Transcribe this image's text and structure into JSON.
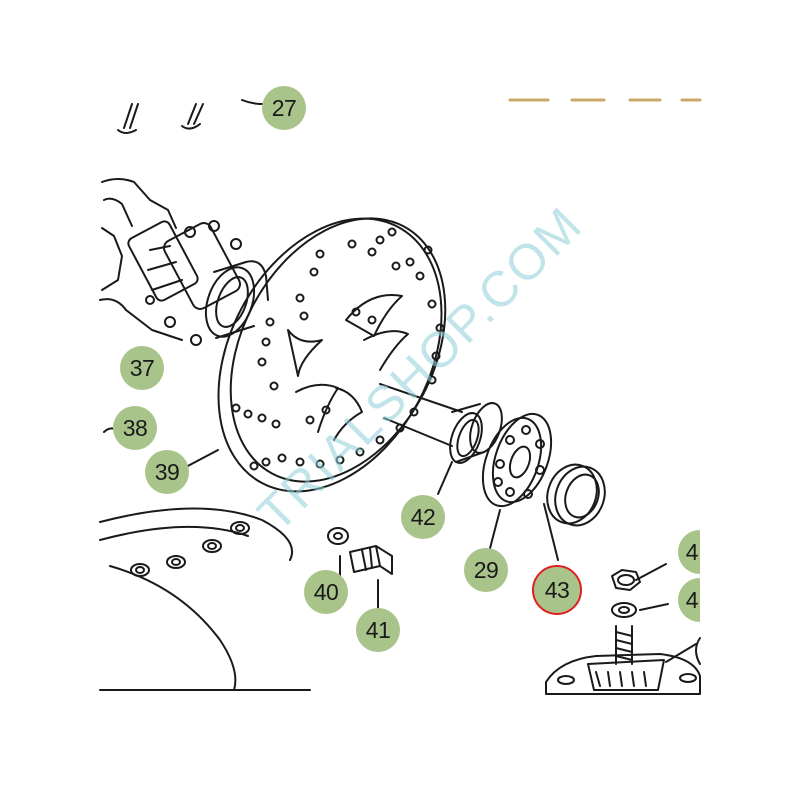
{
  "diagram": {
    "watermark": "TRIALSHOP.COM",
    "callouts": [
      {
        "id": "c27",
        "label": "27",
        "selected": false
      },
      {
        "id": "c37",
        "label": "37",
        "selected": false
      },
      {
        "id": "c38",
        "label": "38",
        "selected": false
      },
      {
        "id": "c39",
        "label": "39",
        "selected": false
      },
      {
        "id": "c42",
        "label": "42",
        "selected": false
      },
      {
        "id": "c29",
        "label": "29",
        "selected": false
      },
      {
        "id": "c43",
        "label": "43",
        "selected": true
      },
      {
        "id": "c40",
        "label": "40",
        "selected": false
      },
      {
        "id": "c41",
        "label": "41",
        "selected": false
      },
      {
        "id": "c4a",
        "label": "4",
        "selected": false
      },
      {
        "id": "c4b",
        "label": "4",
        "selected": false
      }
    ]
  },
  "colors": {
    "callout_fill": "#a9c48a",
    "selection_ring": "#e02020",
    "line_art": "#1a1a1a",
    "watermark": "#8ccdd7"
  }
}
